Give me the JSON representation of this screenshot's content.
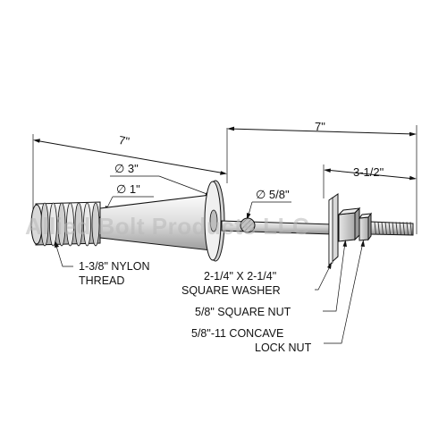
{
  "dimensions": {
    "left_length": "7\"",
    "right_length": "7\"",
    "thread_length": "3-1/2\"",
    "dia_cone": "∅ 3\"",
    "dia_shank": "∅ 1\"",
    "dia_rod": "∅ 5/8\""
  },
  "callouts": {
    "nylon_thread_line1": "1-3/8\" NYLON",
    "nylon_thread_line2": "THREAD",
    "washer_line1": "2-1/4\" X 2-1/4\"",
    "washer_line2": "SQUARE WASHER",
    "square_nut": "5/8\" SQUARE NUT",
    "lock_nut_line1": "5/8\"-11 CONCAVE",
    "lock_nut_line2": "LOCK NUT"
  },
  "watermark": "Allied Bolt Products LLC",
  "colors": {
    "line": "#111111",
    "metal_light": "#f2f2f2",
    "metal_mid": "#c8c8c8",
    "metal_dark": "#8a8a8a",
    "section_fill": "#bdbdbd"
  }
}
